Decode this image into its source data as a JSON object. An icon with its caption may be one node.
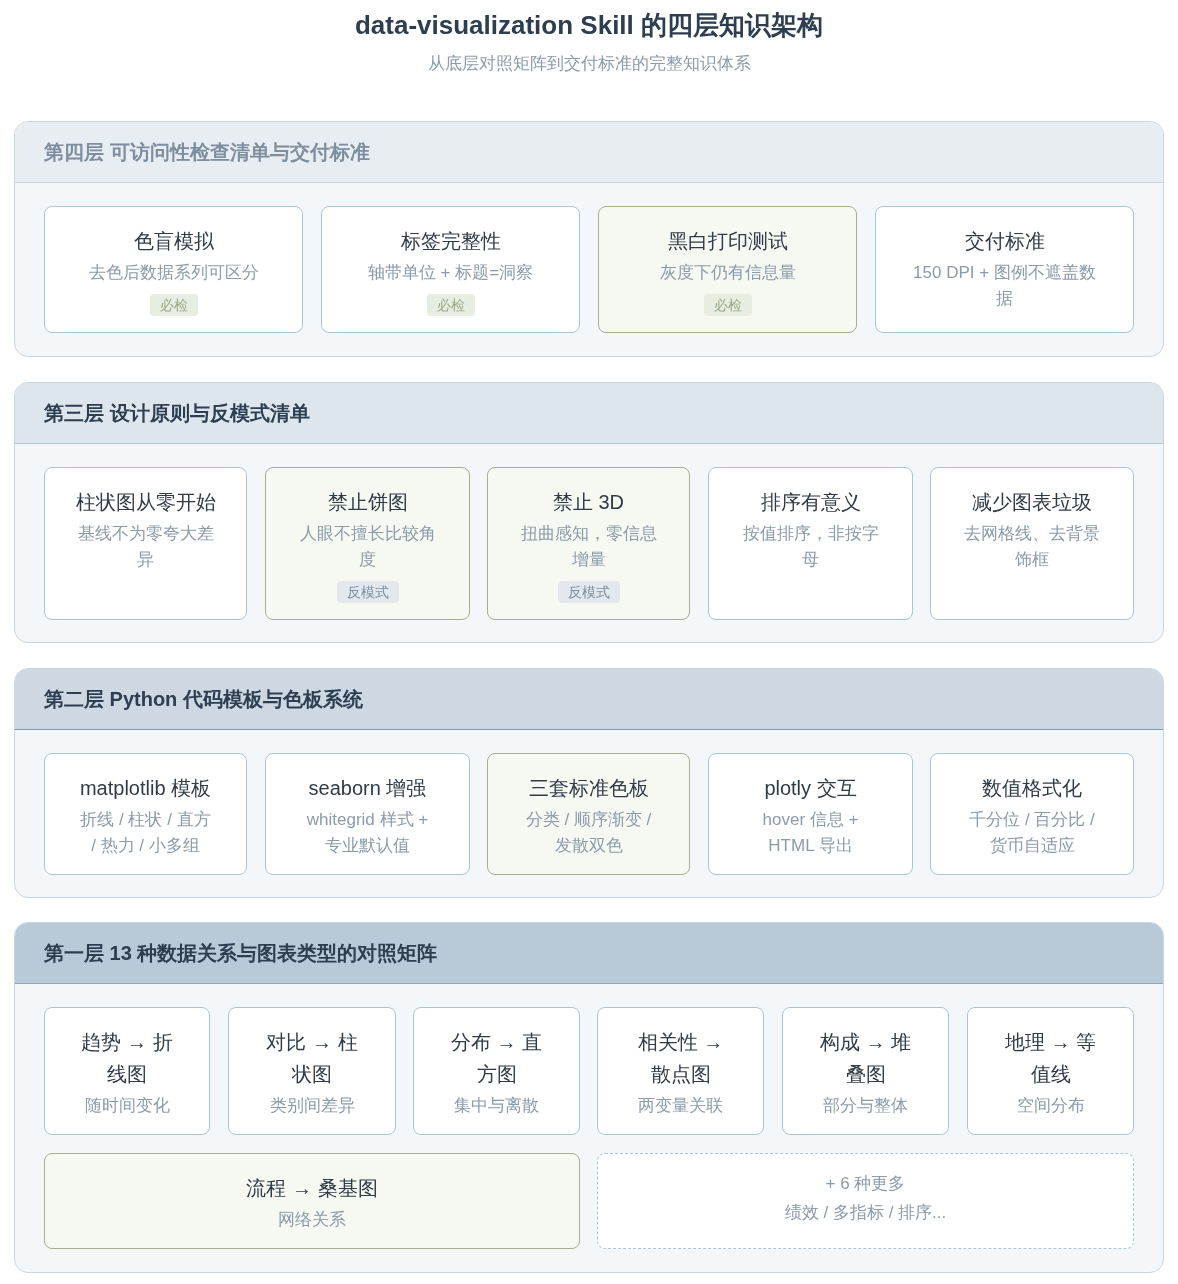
{
  "diagram": {
    "title": "data-visualization Skill 的四层知识架构",
    "caption": "从底层对照矩阵到交付标准的完整知识体系",
    "nodes": [
      {
        "text": [
          "第四层 可访问性检查清单与交付标准"
        ]
      },
      {
        "text": [
          "色盲模拟",
          "去色后数据系列可区分",
          "必检"
        ],
        "in": 0
      },
      {
        "text": [
          "标签完整性",
          "轴带单位 + 标题=洞察",
          "必检"
        ],
        "in": 0
      },
      {
        "text": [
          "黑白打印测试",
          "灰度下仍有信息量",
          "必检"
        ],
        "in": 0
      },
      {
        "text": [
          "交付标准",
          "150 DPI + 图例不遮盖数据"
        ],
        "in": 0
      },
      {
        "text": [
          "第三层 设计原则与反模式清单"
        ]
      },
      {
        "text": [
          "柱状图从零开始",
          "基线不为零夸大差异"
        ],
        "in": 5
      },
      {
        "text": [
          "禁止饼图",
          "人眼不擅长比较角度",
          "反模式"
        ],
        "in": 5
      },
      {
        "text": [
          "禁止 3D",
          "扭曲感知，零信息增量",
          "反模式"
        ],
        "in": 5
      },
      {
        "text": [
          "排序有意义",
          "按值排序，非按字母"
        ],
        "in": 5
      },
      {
        "text": [
          "减少图表垃圾",
          "去网格线、去背景饰框"
        ],
        "in": 5
      },
      {
        "text": [
          "第二层 Python 代码模板与色板系统"
        ]
      },
      {
        "text": [
          "matplotlib 模板",
          "折线 / 柱状 / 直方 / 热力 / 小多组"
        ],
        "in": 11
      },
      {
        "text": [
          "seaborn 增强",
          "whitegrid 样式 + 专业默认值"
        ],
        "in": 11
      },
      {
        "text": [
          "三套标准色板",
          "分类 / 顺序渐变 / 发散双色"
        ],
        "in": 11
      },
      {
        "text": [
          "plotly 交互",
          "hover 信息 + HTML 导出"
        ],
        "in": 11
      },
      {
        "text": [
          "数值格式化",
          "千分位 / 百分比 / 货币自适应"
        ],
        "in": 11
      },
      {
        "text": [
          "第一层 13 种数据关系与图表类型的对照矩阵"
        ]
      },
      {
        "text": [
          "趋势 → 折线图",
          "随时间变化"
        ],
        "in": 17
      },
      {
        "text": [
          "对比 → 柱状图",
          "类别间差异"
        ],
        "in": 17
      },
      {
        "text": [
          "分布 → 直方图",
          "集中与离散"
        ],
        "in": 17
      },
      {
        "text": [
          "相关性 → 散点图",
          "两变量关联"
        ],
        "in": 17
      },
      {
        "text": [
          "构成 → 堆叠图",
          "部分与整体"
        ],
        "in": 17
      },
      {
        "text": [
          "地理 → 等值线",
          "空间分布"
        ],
        "in": 17
      },
      {
        "text": [
          "流程 → 桑基图",
          "网络关系"
        ],
        "in": 17
      },
      {
        "text": [
          "+ 6 种更多",
          "绩效 / 多指标 / 排序..."
        ],
        "in": 17
      }
    ]
  }
}
